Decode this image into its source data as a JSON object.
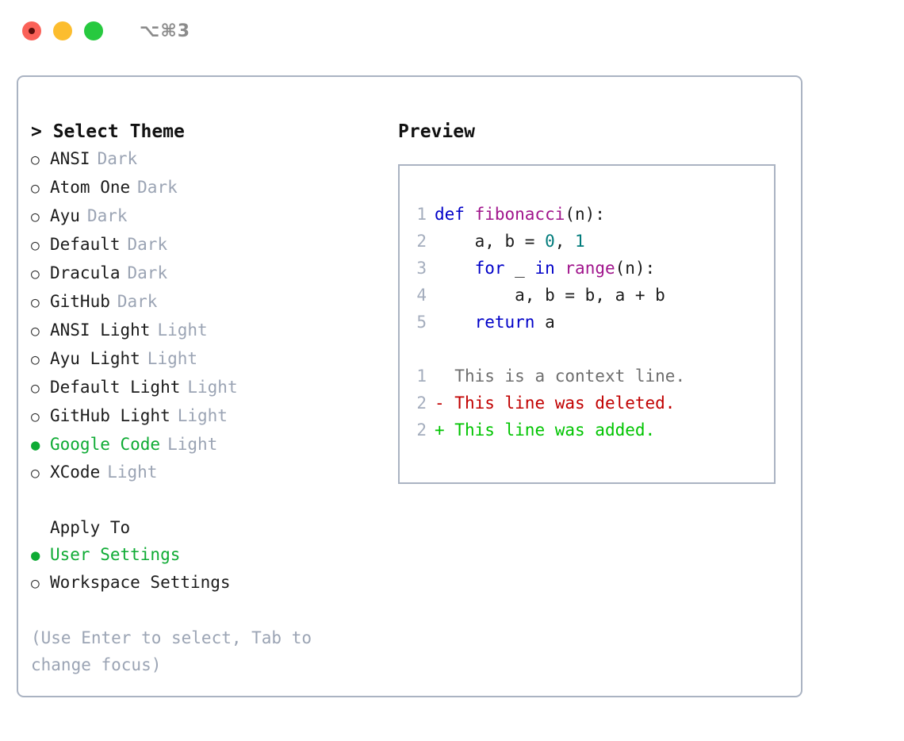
{
  "titlebar": {
    "lights": [
      {
        "name": "close-button",
        "color": "#fa6158"
      },
      {
        "name": "minimize-button",
        "color": "#fcbd2e"
      },
      {
        "name": "maximize-button",
        "color": "#27c93f"
      }
    ],
    "shortcut": "⌥⌘3"
  },
  "theme_panel": {
    "header": "> Select Theme",
    "items": [
      {
        "marker": "○",
        "label": "ANSI",
        "tag": "Dark",
        "selected": false
      },
      {
        "marker": "○",
        "label": "Atom One",
        "tag": "Dark",
        "selected": false
      },
      {
        "marker": "○",
        "label": "Ayu",
        "tag": "Dark",
        "selected": false
      },
      {
        "marker": "○",
        "label": "Default",
        "tag": "Dark",
        "selected": false
      },
      {
        "marker": "○",
        "label": "Dracula",
        "tag": "Dark",
        "selected": false
      },
      {
        "marker": "○",
        "label": "GitHub",
        "tag": "Dark",
        "selected": false
      },
      {
        "marker": "○",
        "label": "ANSI Light",
        "tag": "Light",
        "selected": false
      },
      {
        "marker": "○",
        "label": "Ayu Light",
        "tag": "Light",
        "selected": false
      },
      {
        "marker": "○",
        "label": "Default Light",
        "tag": "Light",
        "selected": false
      },
      {
        "marker": "○",
        "label": "GitHub Light",
        "tag": "Light",
        "selected": false
      },
      {
        "marker": "●",
        "label": "Google Code",
        "tag": "Light",
        "selected": true
      },
      {
        "marker": "○",
        "label": "XCode",
        "tag": "Light",
        "selected": false
      }
    ]
  },
  "apply_to": {
    "title": "Apply To",
    "options": [
      {
        "marker": "●",
        "label": "User Settings",
        "selected": true
      },
      {
        "marker": "○",
        "label": "Workspace Settings",
        "selected": false
      }
    ]
  },
  "hint": "(Use Enter to select, Tab to change focus)",
  "preview": {
    "title": "Preview",
    "code_lines": [
      {
        "number": "1",
        "tokens": [
          {
            "text": "def ",
            "type": "kw"
          },
          {
            "text": "fibonacci",
            "type": "fn"
          },
          {
            "text": "(n):",
            "type": "pl"
          }
        ]
      },
      {
        "number": "2",
        "tokens": [
          {
            "text": "    a, b = ",
            "type": "pl"
          },
          {
            "text": "0",
            "type": "num"
          },
          {
            "text": ", ",
            "type": "pl"
          },
          {
            "text": "1",
            "type": "num"
          }
        ]
      },
      {
        "number": "3",
        "tokens": [
          {
            "text": "    ",
            "type": "pl"
          },
          {
            "text": "for",
            "type": "kw"
          },
          {
            "text": " _ ",
            "type": "pl"
          },
          {
            "text": "in",
            "type": "kw"
          },
          {
            "text": " ",
            "type": "pl"
          },
          {
            "text": "range",
            "type": "fn"
          },
          {
            "text": "(n):",
            "type": "pl"
          }
        ]
      },
      {
        "number": "4",
        "tokens": [
          {
            "text": "        a, b = b, a + b",
            "type": "pl"
          }
        ]
      },
      {
        "number": "5",
        "tokens": [
          {
            "text": "    ",
            "type": "pl"
          },
          {
            "text": "return",
            "type": "kw"
          },
          {
            "text": " a",
            "type": "pl"
          }
        ]
      }
    ],
    "diff_lines": [
      {
        "number": "1",
        "prefix": "  ",
        "text": "This is a context line.",
        "kind": "ctx"
      },
      {
        "number": "2",
        "prefix": "- ",
        "text": "This line was deleted.",
        "kind": "del"
      },
      {
        "number": "2",
        "prefix": "+ ",
        "text": "This line was added.",
        "kind": "add"
      }
    ]
  },
  "colors": {
    "accent_green": "#0eab34",
    "tag_muted": "#9ba4b4",
    "border": "#aab3c2",
    "keyword": "#0000c8",
    "function": "#a0148c",
    "number": "#017b7b",
    "diff_context": "#6e6e6e",
    "diff_deleted": "#c10000",
    "diff_added": "#00c400"
  }
}
